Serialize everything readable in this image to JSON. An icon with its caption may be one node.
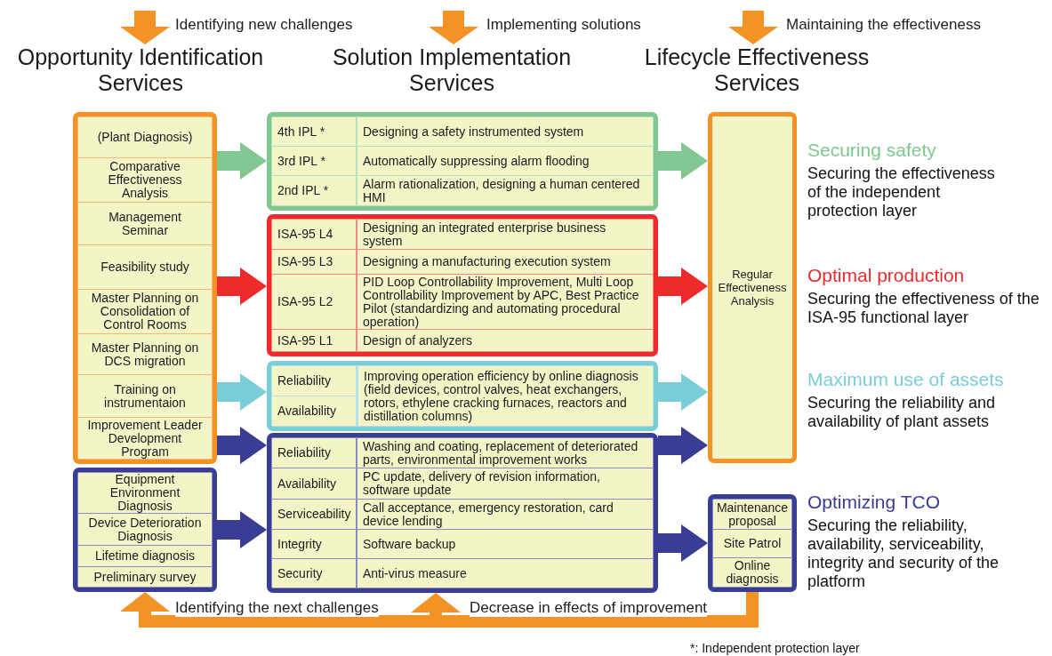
{
  "diagram": {
    "nodes": [
      {
        "text": [
          "Opportunity Identification Services"
        ]
      },
      {
        "text": [
          "Solution Implementation Services"
        ]
      },
      {
        "text": [
          "Lifecycle Effectiveness Services"
        ]
      },
      {
        "text": [],
        "shape": "box"
      },
      {
        "text": [
          "(Plant Diagnosis)"
        ],
        "in": 3
      },
      {
        "text": [
          "Comparative Effectiveness Analysis"
        ],
        "in": 3
      },
      {
        "text": [
          "Management Seminar"
        ],
        "in": 3
      },
      {
        "text": [
          "Feasibility study"
        ],
        "in": 3
      },
      {
        "text": [
          "Master Planning on Consolidation of Control Rooms"
        ],
        "in": 3
      },
      {
        "text": [
          "Master Planning on DCS migration"
        ],
        "in": 3
      },
      {
        "text": [
          "Training on instrumentaion"
        ],
        "in": 3
      },
      {
        "text": [
          "Improvement Leader Development Program"
        ],
        "in": 3
      },
      {
        "text": [],
        "shape": "box"
      },
      {
        "text": [
          "Equipment Environment Diagnosis"
        ],
        "in": 12
      },
      {
        "text": [
          "Device Deterioration Diagnosis"
        ],
        "in": 12
      },
      {
        "text": [
          "Lifetime diagnosis"
        ],
        "in": 12
      },
      {
        "text": [
          "Preliminary survey"
        ],
        "in": 12
      },
      {
        "text": [],
        "shape": "box"
      },
      {
        "text": [
          "4th IPL *",
          "Designing a safety instrumented system"
        ],
        "in": 17
      },
      {
        "text": [
          "3rd IPL *",
          "Automatically suppressing alarm flooding"
        ],
        "in": 17
      },
      {
        "text": [
          "2nd IPL *",
          "Alarm rationalization, designing a human centered HMI"
        ],
        "in": 17
      },
      {
        "text": [],
        "shape": "box"
      },
      {
        "text": [
          "ISA-95 L4",
          "Designing an integrated enterprise business system"
        ],
        "in": 21
      },
      {
        "text": [
          "ISA-95 L3",
          "Designing a manufacturing execution system"
        ],
        "in": 21
      },
      {
        "text": [
          "ISA-95 L2",
          "PID Loop Controllability Improvement, Multi Loop Controllability Improvement by APC, Best Practice Pilot (standardizing and automating procedural operation)"
        ],
        "in": 21
      },
      {
        "text": [
          "ISA-95 L1",
          "Design of analyzers"
        ],
        "in": 21
      },
      {
        "text": [],
        "shape": "box"
      },
      {
        "text": [
          "Reliability"
        ],
        "in": 26
      },
      {
        "text": [
          "Availability"
        ],
        "in": 26
      },
      {
        "text": [
          "Improving operation efficiency by online diagnosis (field devices, control valves, heat exchangers, rotors, ethylene cracking furnaces, reactors and distillation columns)"
        ],
        "in": 26
      },
      {
        "text": [],
        "shape": "box"
      },
      {
        "text": [
          "Reliability",
          "Washing and coating, replacement of deteriorated parts, environmental improvement works"
        ],
        "in": 30
      },
      {
        "text": [
          "Availability",
          "PC update, delivery of revision information, software update"
        ],
        "in": 30
      },
      {
        "text": [
          "Serviceability",
          "Call acceptance, emergency restoration, card device lending"
        ],
        "in": 30
      },
      {
        "text": [
          "Integrity",
          "Software backup"
        ],
        "in": 30
      },
      {
        "text": [
          "Security",
          "Anti-virus measure"
        ],
        "in": 30
      },
      {
        "text": [
          "Regular Effectiveness Analysis"
        ]
      },
      {
        "text": [],
        "shape": "box"
      },
      {
        "text": [
          "Maintenance proposal"
        ],
        "in": 37
      },
      {
        "text": [
          "Site Patrol"
        ],
        "in": 37
      },
      {
        "text": [
          "Online diagnosis"
        ],
        "in": 37
      }
    ],
    "edges": [
      {
        "from": null,
        "to": 0,
        "arrow": "to",
        "label": "Identifying new challenges",
        "color": "#f39325"
      },
      {
        "from": null,
        "to": 1,
        "arrow": "to",
        "label": "Implementing solutions",
        "color": "#f39325"
      },
      {
        "from": null,
        "to": 2,
        "arrow": "to",
        "label": "Maintaining the effectiveness",
        "color": "#f39325"
      },
      {
        "from": 3,
        "to": 17,
        "arrow": "to",
        "color": "#80c792"
      },
      {
        "from": 3,
        "to": 21,
        "arrow": "to",
        "color": "#ee2a2b"
      },
      {
        "from": 3,
        "to": 26,
        "arrow": "to",
        "color": "#7acdd7"
      },
      {
        "from": 3,
        "to": 30,
        "arrow": "to",
        "color": "#393d94"
      },
      {
        "from": 12,
        "to": 30,
        "arrow": "to",
        "color": "#393d94"
      },
      {
        "from": 17,
        "to": 36,
        "arrow": "to",
        "color": "#80c792"
      },
      {
        "from": 21,
        "to": 36,
        "arrow": "to",
        "color": "#ee2a2b"
      },
      {
        "from": 26,
        "to": 36,
        "arrow": "to",
        "color": "#7acdd7"
      },
      {
        "from": 30,
        "to": 36,
        "arrow": "to",
        "color": "#393d94"
      },
      {
        "from": 30,
        "to": 37,
        "arrow": "to",
        "color": "#393d94"
      },
      {
        "from": 37,
        "to": 12,
        "arrow": "to",
        "label": "Identifying the next challenges",
        "color": "#f39325"
      },
      {
        "from": 37,
        "to": 30,
        "arrow": "to",
        "label": "Decrease in effects of improvement",
        "color": "#f39325"
      }
    ],
    "labels": [
      "Securing safety",
      "Securing the effectiveness of the independent protection layer",
      "Optimal production",
      "Securing the effectiveness of the ISA-95 functional layer",
      "Maximum use of assets",
      "Securing the reliability and availability of plant assets",
      "Optimizing TCO",
      "Securing the reliability, availability, serviceability, integrity and security of the platform",
      "*: Independent protection layer"
    ]
  }
}
